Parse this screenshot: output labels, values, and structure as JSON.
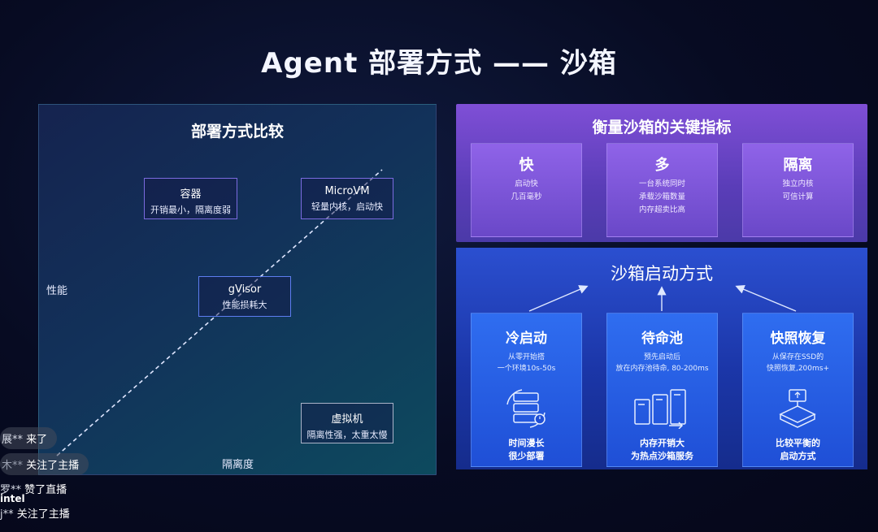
{
  "slide": {
    "title": "Agent 部署方式 —— 沙箱",
    "left": {
      "title": "部署方式比较",
      "y_axis": "性能",
      "x_axis": "隔离度",
      "boxes": [
        {
          "title": "容器",
          "desc": "开销最小，隔离度弱"
        },
        {
          "title": "MicroVM",
          "desc": "轻量内核，启动快"
        },
        {
          "title": "gVisor",
          "desc": "性能损耗大"
        },
        {
          "title": "虚拟机",
          "desc": "隔离性强，太重太慢"
        }
      ]
    },
    "metrics": {
      "title": "衡量沙箱的关键指标",
      "cards": [
        {
          "title": "快",
          "lines": [
            "启动快",
            "几百毫秒"
          ]
        },
        {
          "title": "多",
          "lines": [
            "一台系统同时",
            "承载沙箱数量",
            "内存超卖比高"
          ]
        },
        {
          "title": "隔离",
          "lines": [
            "独立内核",
            "可信计算"
          ]
        }
      ]
    },
    "startup": {
      "title": "沙箱启动方式",
      "cards": [
        {
          "title": "冷启动",
          "lines": [
            "从零开始搭",
            "一个环境10s-50s"
          ],
          "icon": "server-refresh-icon",
          "footer": [
            "时间漫长",
            "很少部署"
          ]
        },
        {
          "title": "待命池",
          "lines": [
            "预先启动后",
            "放在内存池待命, 80-200ms"
          ],
          "icon": "server-pool-icon",
          "footer": [
            "内存开销大",
            "为热点沙箱服务"
          ]
        },
        {
          "title": "快照恢复",
          "lines": [
            "从保存在SSD的",
            "快照恢复,200ms+"
          ],
          "icon": "snapshot-restore-icon",
          "footer": [
            "比较平衡的",
            "启动方式"
          ]
        }
      ]
    }
  },
  "chat": [
    {
      "user": "展**",
      "text": "来了"
    },
    {
      "user": "木**",
      "text": "关注了主播"
    },
    {
      "user": "罗**",
      "text": "赞了直播"
    },
    {
      "user": "j**",
      "text": "关注了主播"
    }
  ],
  "watermark": "intel",
  "colors": {
    "metrics_purple": "#7f4fd6",
    "startup_blue": "#2b4fd0",
    "card_blue": "#2f6df0"
  }
}
